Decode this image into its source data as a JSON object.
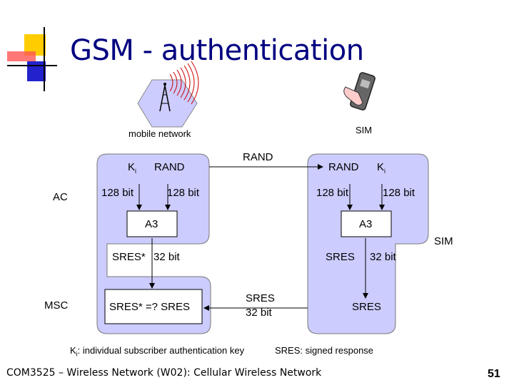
{
  "title": "GSM - authentication",
  "labels": {
    "mobile_network": "mobile network",
    "sim_top": "SIM",
    "sim_side": "SIM",
    "ac": "AC",
    "msc": "MSC"
  },
  "network_side": {
    "ki": "K",
    "ki_sub": "i",
    "rand": "RAND",
    "bits_ki": "128 bit",
    "bits_rand": "128 bit",
    "a3": "A3",
    "sres_star": "SRES*",
    "sres_star_bits": "32 bit",
    "compare": "SRES* =? SRES"
  },
  "transfer": {
    "rand": "RAND",
    "sres": "SRES",
    "sres_bits": "32 bit"
  },
  "sim_side": {
    "rand": "RAND",
    "ki": "K",
    "ki_sub": "i",
    "bits_rand": "128 bit",
    "bits_ki": "128 bit",
    "a3": "A3",
    "sres": "SRES",
    "sres_bits": "32 bit",
    "sres_out": "SRES"
  },
  "legend": {
    "ki": "K",
    "ki_sub": "i",
    "ki_desc": ": individual subscriber authentication key",
    "sres_desc": "SRES: signed response"
  },
  "footer": {
    "course": "COM3525 – Wireless Network (W02): Cellular Wireless Network",
    "page": "51"
  },
  "colors": {
    "title": "#000080",
    "box_fill": "#ccccff",
    "deco_yellow": "#ffcc00",
    "deco_blue": "#0000cc",
    "deco_red": "#ff3333",
    "waves": "#cc0000"
  },
  "icons": [
    "antenna-tower-icon",
    "radio-waves-icon",
    "mobile-phone-icon"
  ]
}
